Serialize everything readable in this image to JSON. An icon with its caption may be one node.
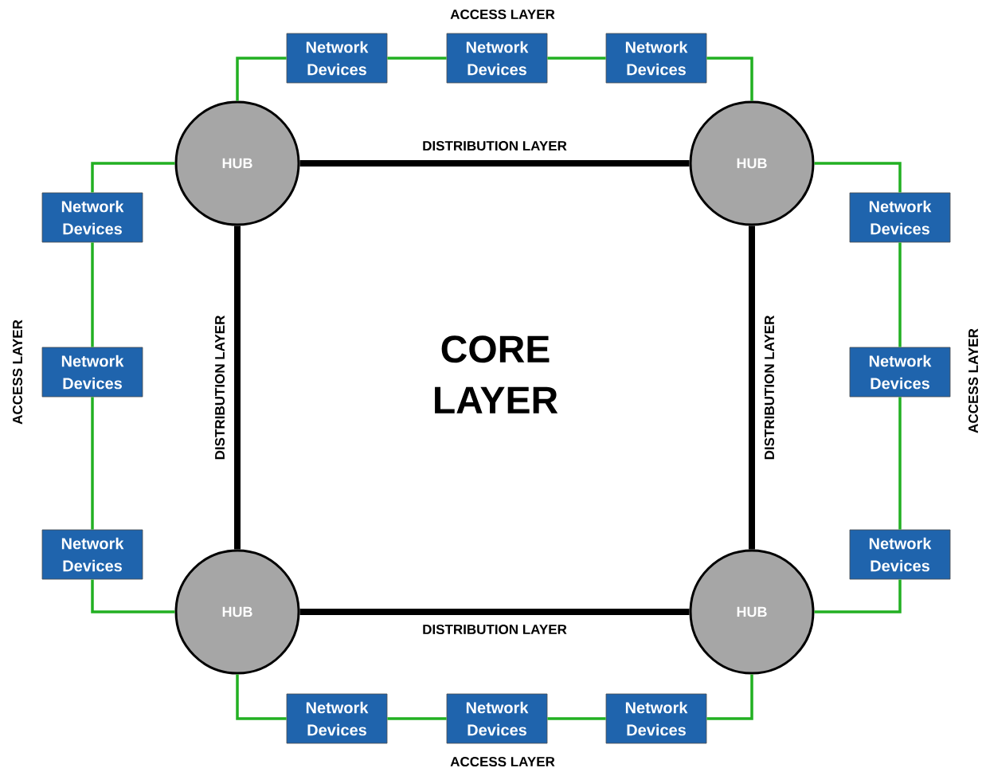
{
  "diagram": {
    "nodes": [
      {
        "text": [
          "HUB"
        ]
      },
      {
        "text": [
          "HUB"
        ]
      },
      {
        "text": [
          "HUB"
        ]
      },
      {
        "text": [
          "HUB"
        ]
      },
      {
        "text": [
          "Network Devices"
        ]
      },
      {
        "text": [
          "Network Devices"
        ]
      },
      {
        "text": [
          "Network Devices"
        ]
      },
      {
        "text": [
          "Network Devices"
        ]
      },
      {
        "text": [
          "Network Devices"
        ]
      },
      {
        "text": [
          "Network Devices"
        ]
      },
      {
        "text": [
          "Network Devices"
        ]
      },
      {
        "text": [
          "Network Devices"
        ]
      },
      {
        "text": [
          "Network Devices"
        ]
      },
      {
        "text": [
          "Network Devices"
        ]
      },
      {
        "text": [
          "Network Devices"
        ]
      },
      {
        "text": [
          "Network Devices"
        ]
      }
    ],
    "edges": [
      {
        "from": 0,
        "to": 4,
        "arrow": "none"
      },
      {
        "from": 4,
        "to": 5,
        "arrow": "none"
      },
      {
        "from": 5,
        "to": 6,
        "arrow": "none"
      },
      {
        "from": 6,
        "to": 1,
        "arrow": "none"
      },
      {
        "from": 0,
        "to": 7,
        "arrow": "none"
      },
      {
        "from": 7,
        "to": 8,
        "arrow": "none"
      },
      {
        "from": 8,
        "to": 9,
        "arrow": "none"
      },
      {
        "from": 9,
        "to": 2,
        "arrow": "none"
      },
      {
        "from": 1,
        "to": 10,
        "arrow": "none"
      },
      {
        "from": 10,
        "to": 11,
        "arrow": "none"
      },
      {
        "from": 11,
        "to": 12,
        "arrow": "none"
      },
      {
        "from": 12,
        "to": 3,
        "arrow": "none"
      },
      {
        "from": 2,
        "to": 13,
        "arrow": "none"
      },
      {
        "from": 13,
        "to": 14,
        "arrow": "none"
      },
      {
        "from": 14,
        "to": 15,
        "arrow": "none"
      },
      {
        "from": 15,
        "to": 3,
        "arrow": "none"
      },
      {
        "from": 0,
        "to": 1,
        "arrow": "none",
        "label": "DISTRIBUTION LAYER",
        "style": "thick",
        "color": "#000000"
      },
      {
        "from": 0,
        "to": 2,
        "arrow": "none",
        "label": "DISTRIBUTION LAYER",
        "style": "thick",
        "color": "#000000"
      },
      {
        "from": 1,
        "to": 3,
        "arrow": "none",
        "label": "DISTRIBUTION LAYER",
        "style": "thick",
        "color": "#000000"
      },
      {
        "from": 2,
        "to": 3,
        "arrow": "none",
        "label": "DISTRIBUTION LAYER",
        "style": "thick",
        "color": "#000000"
      }
    ],
    "labels": [
      "ACCESS LAYER",
      "ACCESS LAYER",
      "CORE LAYER",
      "ACCESS LAYER",
      "ACCESS LAYER"
    ]
  }
}
